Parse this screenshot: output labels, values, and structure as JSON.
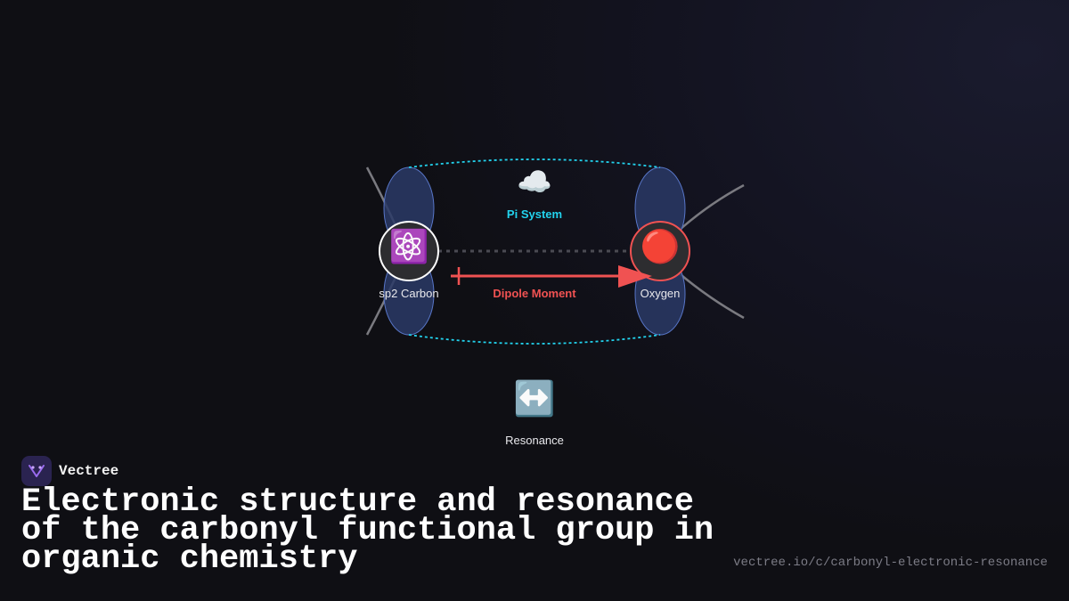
{
  "diagram": {
    "nodes": {
      "carbon": {
        "label": "sp2 Carbon",
        "icon": "atom-icon",
        "glyph": "⚛️"
      },
      "oxygen": {
        "label": "Oxygen",
        "icon": "red-circle-icon",
        "glyph": "🔴"
      },
      "pi_system": {
        "label": "Pi System",
        "icon": "cloud-icon",
        "glyph": "☁️"
      },
      "resonance": {
        "label": "Resonance",
        "icon": "left-right-arrow-icon",
        "glyph": "↔️"
      }
    },
    "edges": {
      "dipole": {
        "label": "Dipole Moment"
      }
    },
    "colors": {
      "pi_cyan": "#22d3ee",
      "dipole_red": "#f05252",
      "lobe_fill": "#2a3a66",
      "lobe_stroke": "#5876c8"
    }
  },
  "brand": {
    "name": "Vectree",
    "icon": "vectree-logo-icon"
  },
  "footer": {
    "title": "Electronic structure and resonance of the carbonyl functional group in organic chemistry",
    "url": "vectree.io/c/carbonyl-electronic-resonance"
  }
}
